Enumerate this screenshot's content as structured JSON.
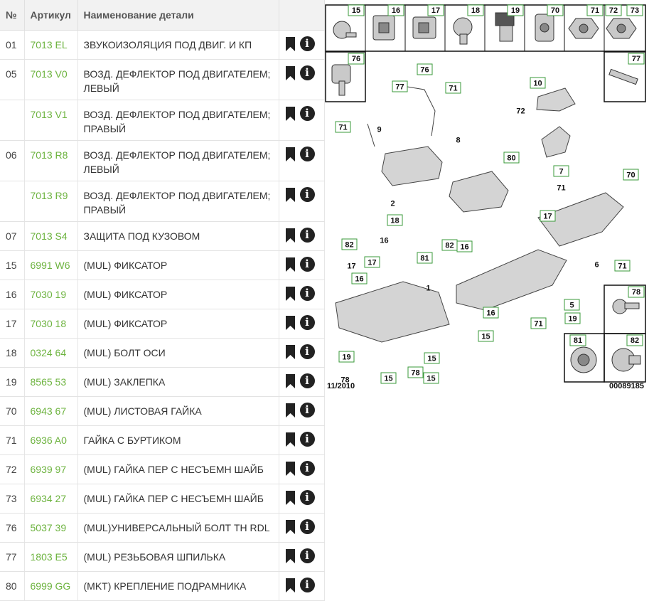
{
  "table": {
    "headers": {
      "num": "№",
      "article": "Артикул",
      "name": "Наименование детали"
    },
    "rows": [
      {
        "num": "01",
        "article": "7013 EL",
        "name": "ЗВУКОИЗОЛЯЦИЯ ПОД ДВИГ. И КП"
      },
      {
        "num": "05",
        "article": "7013 V0",
        "name": "ВОЗД. ДЕФЛЕКТОР ПОД ДВИГАТЕЛЕМ; ЛЕВЫЙ"
      },
      {
        "num": "",
        "article": "7013 V1",
        "name": "ВОЗД. ДЕФЛЕКТОР ПОД ДВИГАТЕЛЕМ; ПРАВЫЙ"
      },
      {
        "num": "06",
        "article": "7013 R8",
        "name": "ВОЗД. ДЕФЛЕКТОР ПОД ДВИГАТЕЛЕМ; ЛЕВЫЙ"
      },
      {
        "num": "",
        "article": "7013 R9",
        "name": "ВОЗД. ДЕФЛЕКТОР ПОД ДВИГАТЕЛЕМ; ПРАВЫЙ"
      },
      {
        "num": "07",
        "article": "7013 S4",
        "name": "ЗАЩИТА ПОД КУЗОВОМ"
      },
      {
        "num": "15",
        "article": "6991 W6",
        "name": "(MUL) ФИКСАТОР"
      },
      {
        "num": "16",
        "article": "7030 19",
        "name": "(MUL) ФИКСАТОР"
      },
      {
        "num": "17",
        "article": "7030 18",
        "name": "(MUL) ФИКСАТОР"
      },
      {
        "num": "18",
        "article": "0324 64",
        "name": "(MUL) БОЛТ ОСИ"
      },
      {
        "num": "19",
        "article": "8565 53",
        "name": "(MUL) ЗАКЛЕПКА"
      },
      {
        "num": "70",
        "article": "6943 67",
        "name": "(MUL) ЛИСТОВАЯ ГАЙКА"
      },
      {
        "num": "71",
        "article": "6936 A0",
        "name": "ГАЙКА С БУРТИКОМ"
      },
      {
        "num": "72",
        "article": "6939 97",
        "name": "(MUL) ГАЙКА ПЕР С НЕСЪЕМН ШАЙБ"
      },
      {
        "num": "73",
        "article": "6934 27",
        "name": "(MUL) ГАЙКА ПЕР С НЕСЪЕМН ШАЙБ"
      },
      {
        "num": "76",
        "article": "5037 39",
        "name": "(MUL)УНИВЕРСАЛЬНЫЙ БОЛТ TH RDL"
      },
      {
        "num": "77",
        "article": "1803 E5",
        "name": "(MUL) РЕЗЬБОВАЯ ШПИЛЬКА"
      },
      {
        "num": "80",
        "article": "6999 GG",
        "name": "(MKT) КРЕПЛЕНИЕ ПОДРАМНИКА"
      }
    ]
  },
  "icons": {
    "bookmark": "bookmark-icon",
    "info": "info-icon",
    "info_glyph": "i"
  },
  "diagram": {
    "date_code": "11/2010",
    "ref_code": "00089185",
    "top_row": [
      "15",
      "16",
      "17",
      "18",
      "19",
      "70",
      "71",
      "72",
      "73"
    ],
    "left_box": "76",
    "right_box": "77",
    "bottom_right_boxes": [
      "78",
      "81",
      "82"
    ],
    "callouts": [
      "77",
      "76",
      "71",
      "9",
      "71",
      "8",
      "10",
      "72",
      "7",
      "71",
      "80",
      "2",
      "18",
      "70",
      "17",
      "6",
      "71",
      "82",
      "16",
      "81",
      "82",
      "16",
      "17",
      "16",
      "17",
      "1",
      "16",
      "5",
      "15",
      "19",
      "71",
      "19",
      "15",
      "15",
      "78",
      "15",
      "78"
    ]
  },
  "colors": {
    "article_link": "#6db33f",
    "label_border": "#3a9a3a"
  }
}
